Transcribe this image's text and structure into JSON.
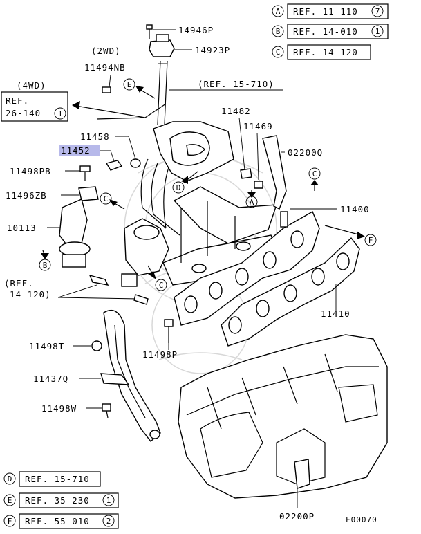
{
  "refs_top": [
    {
      "letter": "A",
      "text": "REF. 11-110",
      "num": "7"
    },
    {
      "letter": "B",
      "text": "REF. 14-010",
      "num": "1"
    },
    {
      "letter": "C",
      "text": "REF. 14-120",
      "num": ""
    }
  ],
  "refs_bottom": [
    {
      "letter": "D",
      "text": "REF. 15-710",
      "num": ""
    },
    {
      "letter": "E",
      "text": "REF. 35-230",
      "num": "1"
    },
    {
      "letter": "F",
      "text": "REF. 55-010",
      "num": "2"
    }
  ],
  "ref_4wd": {
    "title": "(4WD)",
    "line1": "REF.",
    "line2": "26-140",
    "num": "1"
  },
  "ref_15_710_inline": "(REF. 15-710)",
  "ref_14_120_inline": {
    "line1": "(REF.",
    "line2": "14-120)"
  },
  "label_2wd": "(2WD)",
  "parts": {
    "p14946P": "14946P",
    "p14923P": "14923P",
    "p11494NB": "11494NB",
    "p11458": "11458",
    "p11452": "11452",
    "p11498PB": "11498PB",
    "p11496ZB": "11496ZB",
    "p10113": "10113",
    "p11482": "11482",
    "p11469": "11469",
    "p02200Q": "02200Q",
    "p11400": "11400",
    "p11410": "11410",
    "p11498T": "11498T",
    "p11437Q": "11437Q",
    "p11498W": "11498W",
    "p11498P": "11498P",
    "p02200P": "02200P"
  },
  "callouts": {
    "a": "A",
    "b": "B",
    "c": "C",
    "d": "D",
    "e": "E",
    "f": "F"
  },
  "figure_code": "F00070",
  "colors": {
    "highlight": "#b7b9ea",
    "ink": "#000000"
  }
}
